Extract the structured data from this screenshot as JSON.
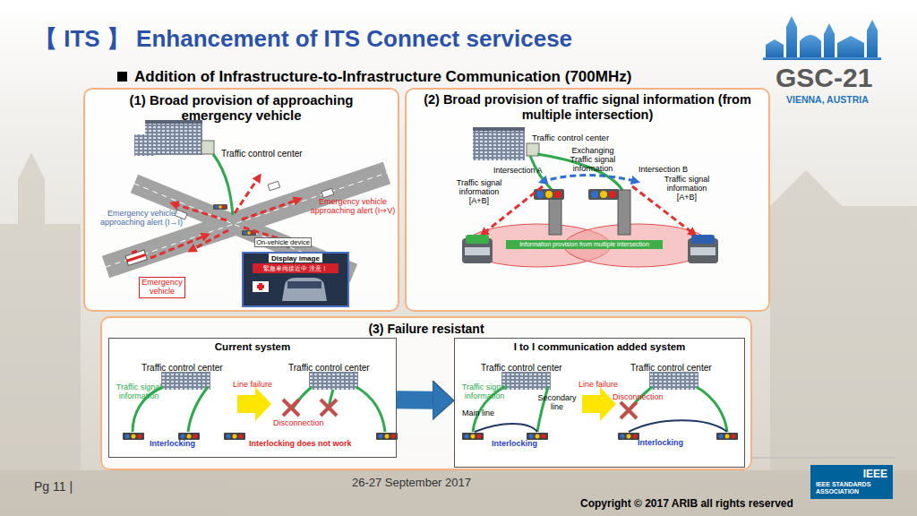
{
  "diagram": {
    "title": "【 ITS 】 Enhancement of ITS Connect servicese",
    "nodes": [
      {
        "text": [
          "(1) Broad provision of approaching emergency vehicle"
        ]
      },
      {
        "text": [
          "On-vehicle device"
        ],
        "in": 0
      },
      {
        "text": [
          "Display image",
          "緊急車両接近中 注意！"
        ],
        "in": 0
      },
      {
        "text": [
          "Emergency vehicle"
        ],
        "in": 0
      },
      {
        "text": [
          "(2) Broad provision of traffic signal information (from multiple intersection)"
        ]
      },
      {
        "text": [
          "Information provision from multiple intersection"
        ],
        "in": 4
      },
      {
        "text": [
          "(3) Failure resistant"
        ]
      },
      {
        "text": [
          "Current system"
        ],
        "in": 6
      },
      {
        "text": [
          "I to I communication added system"
        ],
        "in": 6
      },
      {
        "text": [
          "IEEE",
          "IEEE STANDARDS ASSOCIATION"
        ]
      }
    ],
    "edges": [
      {
        "from": 7,
        "to": 8,
        "arrow": "to"
      }
    ],
    "labels": [
      "Addition of Infrastructure-to-Infrastructure Communication (700MHz)",
      "Traffic control center",
      "Emergency vehicle approaching alert (I→I)",
      "Emergency vehicle approaching alert (I⇒V)",
      "Traffic control center",
      "Exchanging Traffic signal information",
      "Intersection A",
      "Intersection B",
      "Traffic signal information [A+B]",
      "Traffic signal information [A+B]",
      "Traffic control center",
      "Traffic control center",
      "Traffic signal information",
      "Line failure",
      "Disconnection",
      "Interlocking",
      "Interlocking does not work",
      "Traffic control center",
      "Traffic control center",
      "Traffic signal information",
      "Main line",
      "Secondary line",
      "Line failure",
      "Disconnection",
      "Interlocking",
      "Interlocking",
      "Pg 11 |",
      "26-27 September 2017",
      "Copyright © 2017 ARIB all rights reserved",
      "GSC-21",
      "VIENNA, AUSTRIA"
    ]
  }
}
